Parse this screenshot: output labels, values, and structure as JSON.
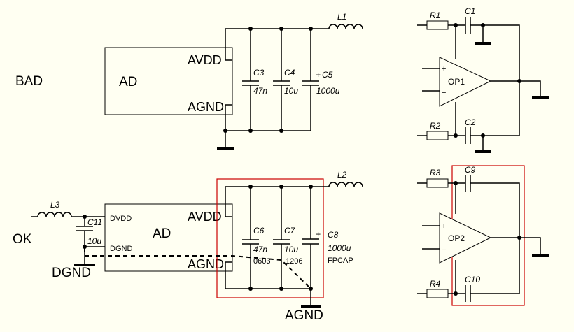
{
  "labels": {
    "bad": "BAD",
    "ok": "OK",
    "dgnd": "DGND",
    "agnd": "AGND"
  },
  "chip_top": {
    "name": "AD",
    "avdd": "AVDD",
    "agnd": "AGND"
  },
  "chip_bottom": {
    "name": "AD",
    "avdd": "AVDD",
    "agnd": "AGND",
    "dvdd": "DVDD",
    "dgnd_pin": "DGND"
  },
  "top_caps": [
    {
      "ref": "C3",
      "value": "47n"
    },
    {
      "ref": "C4",
      "value": "10u"
    },
    {
      "ref": "C5",
      "value": "1000u",
      "polarity": "+"
    }
  ],
  "top_inductor": {
    "ref": "L1"
  },
  "bottom_caps": [
    {
      "ref": "C6",
      "value": "47n",
      "package": "0603"
    },
    {
      "ref": "C7",
      "value": "10u",
      "package": "1206"
    },
    {
      "ref": "C8",
      "value": "1000u",
      "package": "FPCAP",
      "polarity": "+"
    }
  ],
  "bottom_inductor": {
    "ref": "L2"
  },
  "dvdd_inductor": {
    "ref": "L3"
  },
  "dvdd_cap": {
    "ref": "C11",
    "value": "10u"
  },
  "opamp_top": {
    "name": "OP1",
    "plus": "+",
    "minus": "−",
    "r_in": "R1",
    "c_in": "C1",
    "r_fb": "R2",
    "c_fb": "C2"
  },
  "opamp_bottom": {
    "name": "OP2",
    "plus": "+",
    "minus": "−",
    "r_in": "R3",
    "c_in": "C9",
    "r_fb": "R4",
    "c_fb": "C10"
  },
  "colors": {
    "background": "#fffff2",
    "wire": "#000000",
    "highlight": "#cc0000"
  }
}
